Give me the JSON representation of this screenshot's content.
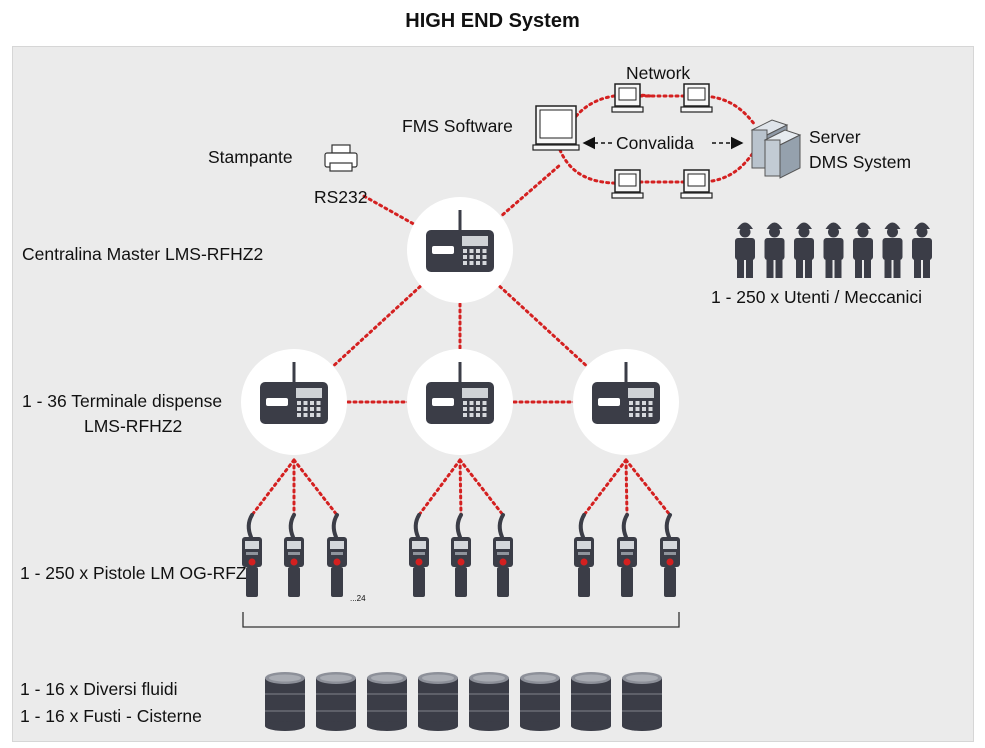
{
  "title": "HIGH END System",
  "labels": {
    "network": "Network",
    "fms_software": "FMS Software",
    "convalida": "Convalida",
    "server": "Server",
    "dms_system": "DMS System",
    "stampante": "Stampante",
    "rs232": "RS232",
    "centralina": "Centralina Master LMS-RFHZ2",
    "utenti": "1 - 250 x Utenti / Meccanici",
    "terminale_line1": "1 - 36 Terminale dispense",
    "terminale_line2": "LMS-RFHZ2",
    "pistole": "1 - 250 x Pistole LM OG-RFZ",
    "pistole_count": "...24",
    "fluidi": "1 - 16 x Diversi fluidi",
    "fusti": "1 - 16 x Fusti - Cisterne"
  },
  "colors": {
    "link": "#d42020",
    "device": "#3b3d47",
    "panel": "#ebebeb",
    "arrow": "#111111"
  },
  "icons": {
    "printer": "printer-icon",
    "computer": "computer-icon",
    "server": "server-icon",
    "worker": "worker-icon",
    "control_unit": "control-unit-icon",
    "nozzle": "fuel-nozzle-icon",
    "drum": "drum-icon"
  }
}
